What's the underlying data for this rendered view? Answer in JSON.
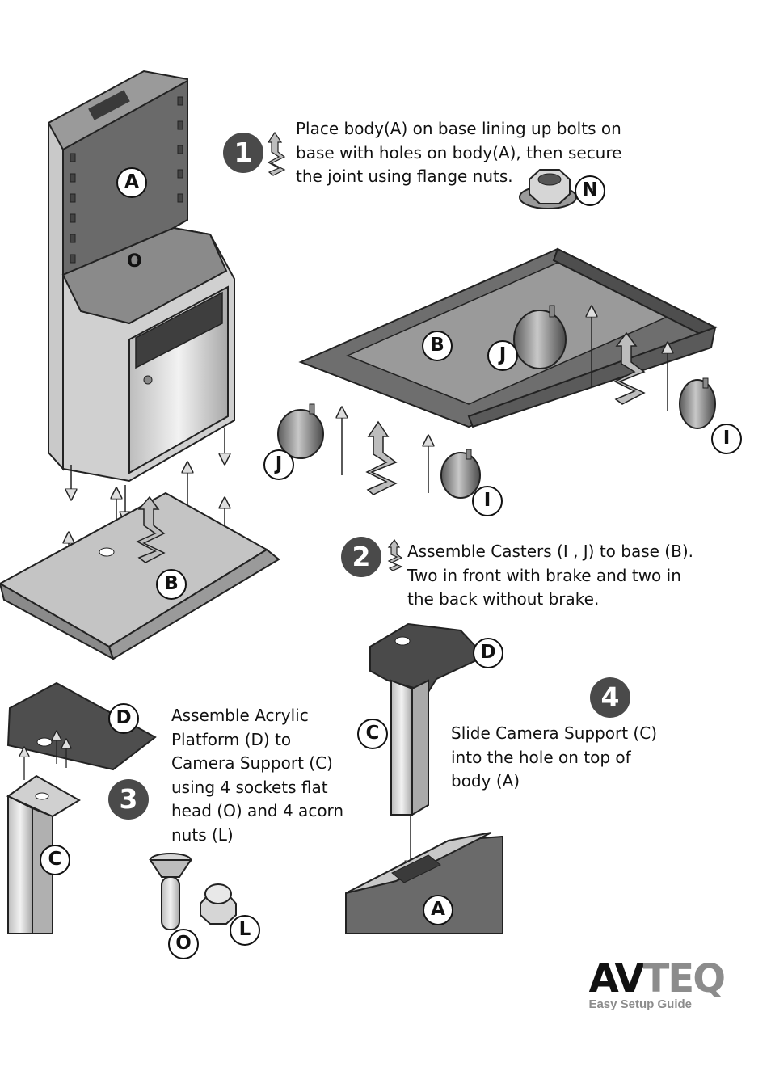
{
  "steps": [
    {
      "number": "1",
      "lines": [
        "Place body(A) on base lining up bolts on",
        "base with holes on body(A), then secure",
        "the joint using flange nuts."
      ]
    },
    {
      "number": "2",
      "lines": [
        "Assemble Casters (I , J) to base (B).",
        "Two in front with brake and two in",
        "the back without brake."
      ]
    },
    {
      "number": "3",
      "lines": [
        "Assemble Acrylic",
        "Platform (D)  to",
        "Camera Support (C)",
        "using  4 sockets flat",
        "head (O)  and 4  acorn",
        "nuts (L)"
      ]
    },
    {
      "number": "4",
      "lines": [
        "Slide Camera Support (C)",
        "into the hole on top of",
        "body (A)"
      ]
    }
  ],
  "callouts": {
    "a1": "A",
    "o1": "O",
    "n1": "N",
    "b1": "B",
    "b2": "B",
    "j1": "J",
    "j2": "J",
    "i1": "I",
    "i2": "I",
    "d1": "D",
    "c1": "C",
    "o2": "O",
    "l1": "L",
    "d2": "D",
    "c2": "C",
    "a2": "A"
  },
  "brand": {
    "part1": "AV",
    "part2": "TEQ",
    "tagline": "Easy Setup Guide"
  },
  "colors": {
    "dark": "#4a4a4a",
    "panel": "#6e6e6e",
    "light": "#d6d6d6",
    "brand_grey": "#8c8c8c"
  }
}
